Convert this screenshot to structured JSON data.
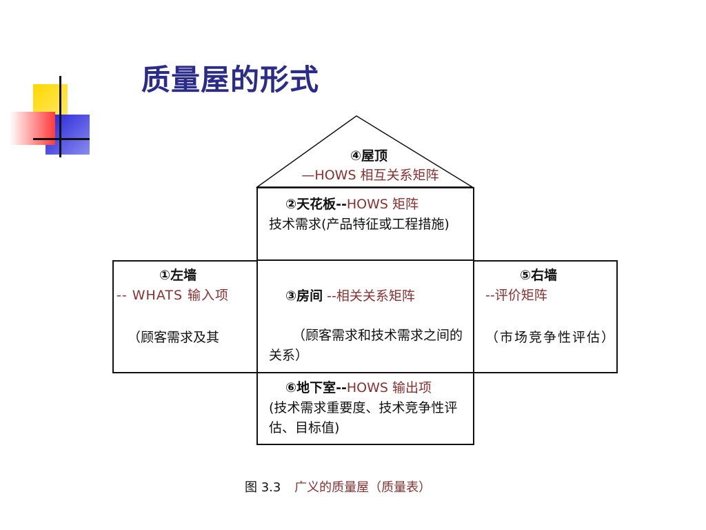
{
  "slide": {
    "title": "质量屋的形式"
  },
  "diagram": {
    "roof": {
      "label": "④屋顶",
      "desc": "—HOWS 相互关系矩阵"
    },
    "ceiling": {
      "label": "②天花板",
      "sep": "--",
      "name": "HOWS 矩阵",
      "desc": "技术需求(产品特征或工程措施)"
    },
    "left_wall": {
      "label": "①左墙",
      "name": "-- WHATS 输入项",
      "desc": "（顾客需求及其"
    },
    "room": {
      "label": "③房间",
      "name": " --相关关系矩阵",
      "desc": "（顾客需求和技术需求之间的关系）"
    },
    "right_wall": {
      "label": "⑤右墙",
      "name": "--评价矩阵",
      "desc": "（市场竞争性评估）"
    },
    "basement": {
      "label": "⑥地下室",
      "sep": "--",
      "name": "HOWS 输出项",
      "desc": "(技术需求重要度、技术竞争性评估、目标值)"
    }
  },
  "caption": {
    "prefix": "图 3.3",
    "text": "广义的质量屋（质量表）"
  },
  "colors": {
    "title": "#2b2b8a",
    "accent_text": "#8b2f2f",
    "deco_yellow": "#ffd700",
    "deco_blue": "#3a3adf",
    "deco_red": "#ff4a4a"
  }
}
